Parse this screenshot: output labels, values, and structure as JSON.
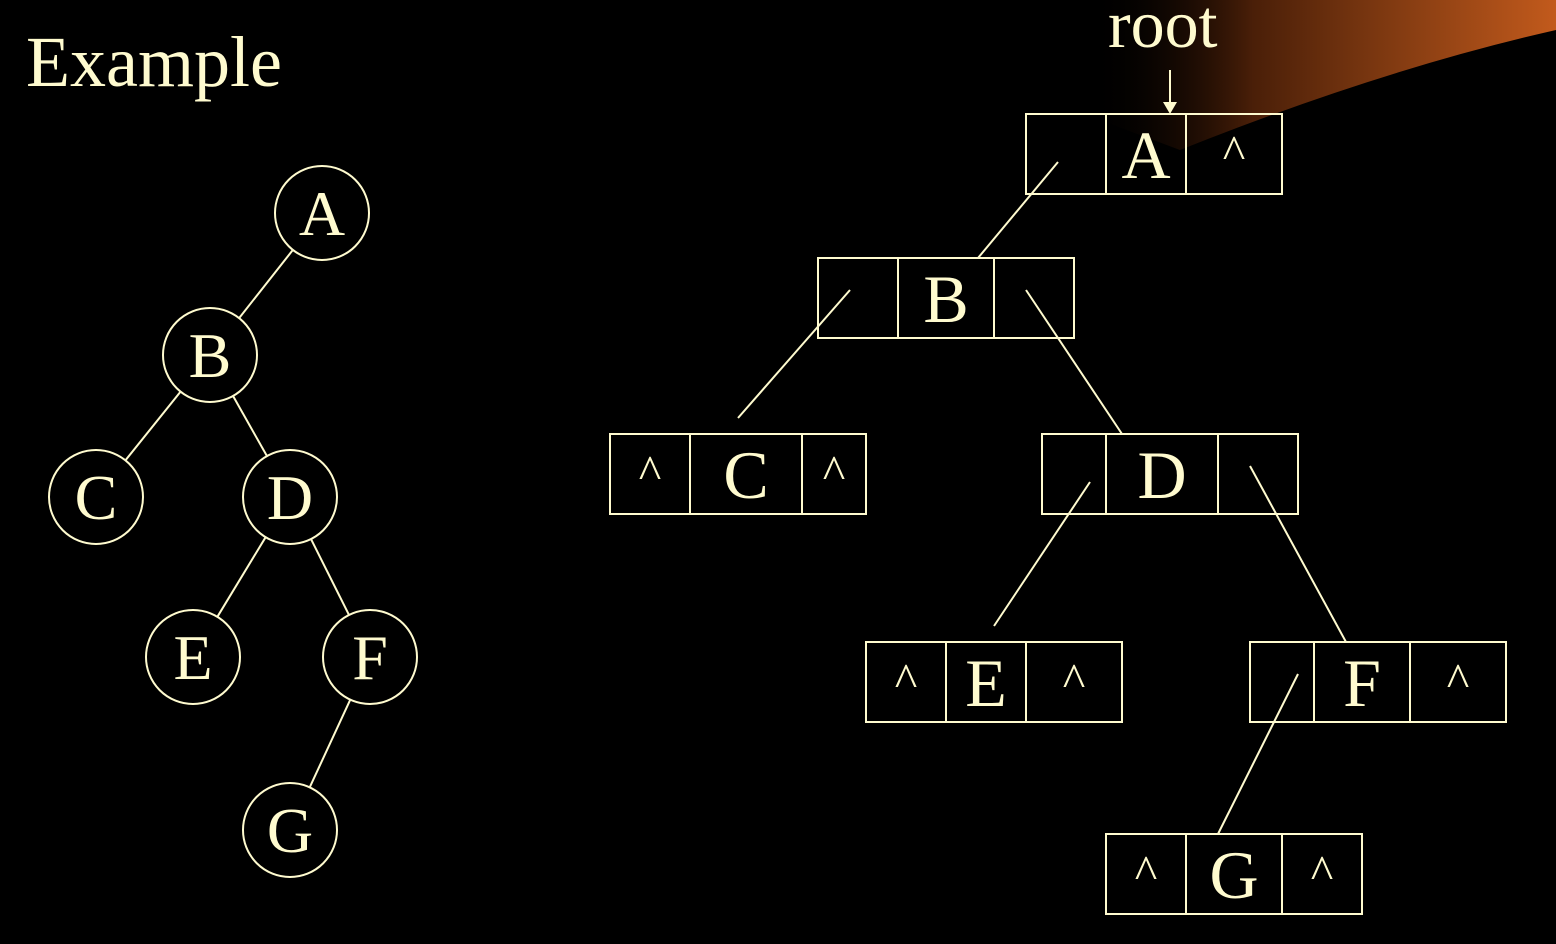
{
  "title": "Example",
  "root_label": "root",
  "null_marker": "^",
  "colors": {
    "background": "#000000",
    "foreground": "#fffbcf",
    "accent_banner": "#b8521a"
  },
  "tree": {
    "nodes": [
      "A",
      "B",
      "C",
      "D",
      "E",
      "F",
      "G"
    ],
    "edges": [
      [
        "A",
        "B"
      ],
      [
        "B",
        "C"
      ],
      [
        "B",
        "D"
      ],
      [
        "D",
        "E"
      ],
      [
        "D",
        "F"
      ],
      [
        "F",
        "G"
      ]
    ]
  },
  "linked_nodes": [
    {
      "id": "A",
      "left": "",
      "value": "A",
      "right": "^"
    },
    {
      "id": "B",
      "left": "",
      "value": "B",
      "right": ""
    },
    {
      "id": "C",
      "left": "^",
      "value": "C",
      "right": "^"
    },
    {
      "id": "D",
      "left": "",
      "value": "D",
      "right": ""
    },
    {
      "id": "E",
      "left": "^",
      "value": "E",
      "right": "^"
    },
    {
      "id": "F",
      "left": "",
      "value": "F",
      "right": "^"
    },
    {
      "id": "G",
      "left": "^",
      "value": "G",
      "right": "^"
    }
  ]
}
